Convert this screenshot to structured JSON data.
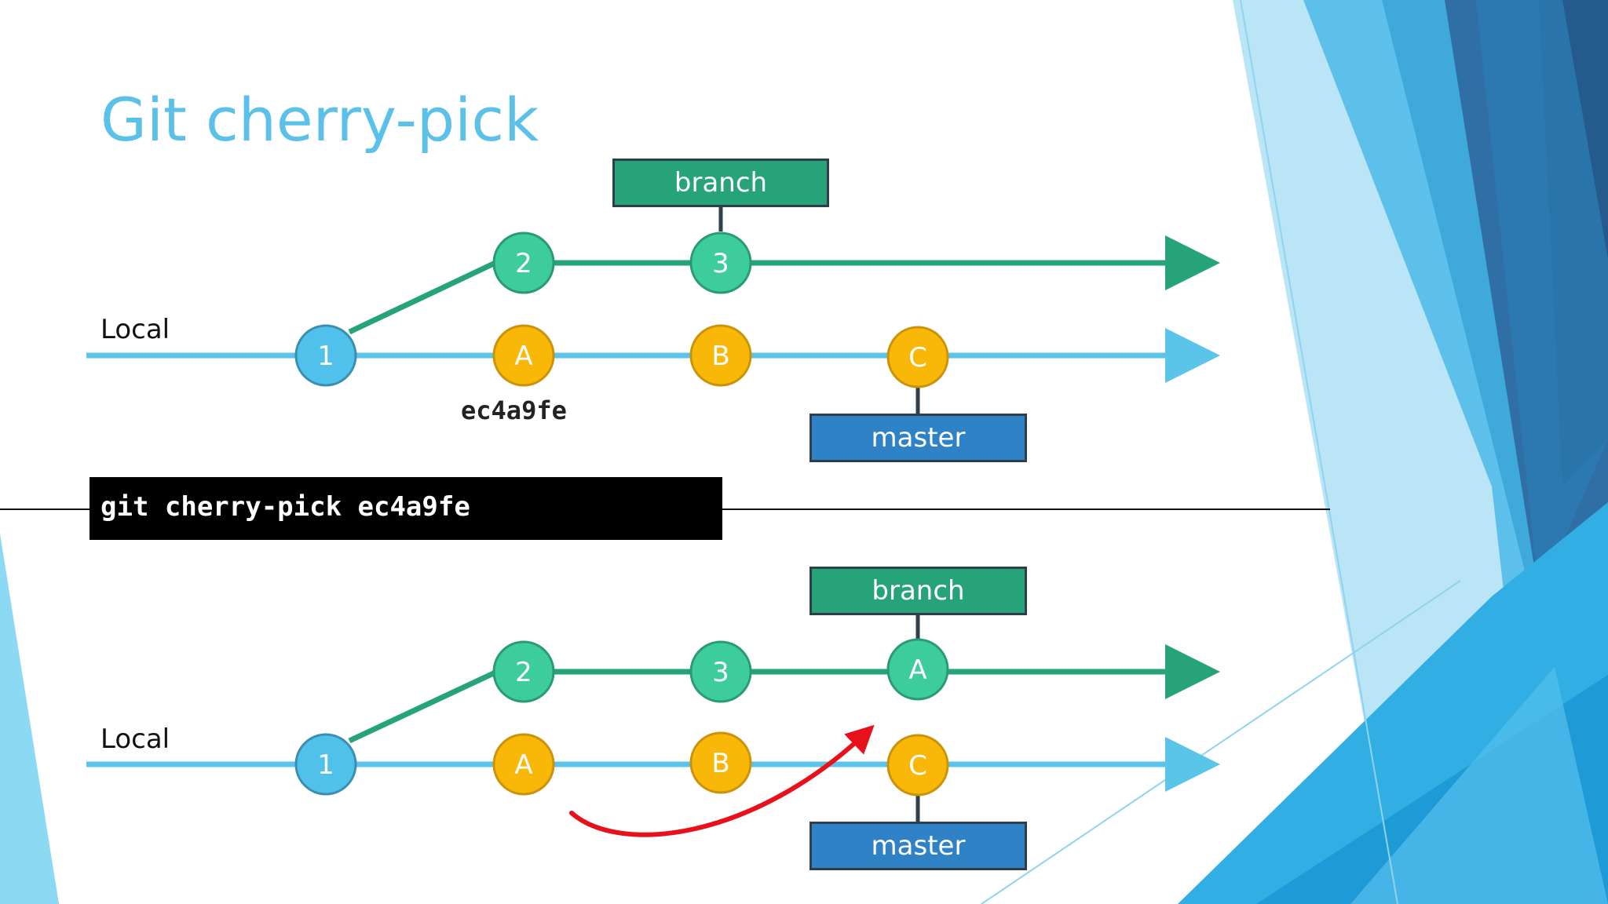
{
  "title": "Git cherry-pick",
  "command": "git cherry-pick ec4a9fe",
  "commit_hash_label": "ec4a9fe",
  "colors": {
    "title": "#5bc1e8",
    "branch_line": "#27a37a",
    "branch_node": "#3dcc9c",
    "local_line": "#5bc4e9",
    "local_first_node": "#4fc1ea",
    "local_commit_node": "#f9b708",
    "master_box": "#2f82c6",
    "branch_box": "#27a37a",
    "arrow": "#e8101a"
  },
  "before": {
    "lane_label": "Local",
    "branch_label": "branch",
    "master_label": "master",
    "branch_commits": [
      "2",
      "3"
    ],
    "local_commits": [
      "1",
      "A",
      "B",
      "C"
    ]
  },
  "after": {
    "lane_label": "Local",
    "branch_label": "branch",
    "master_label": "master",
    "branch_commits": [
      "2",
      "3",
      "A"
    ],
    "local_commits": [
      "1",
      "A",
      "B",
      "C"
    ]
  }
}
